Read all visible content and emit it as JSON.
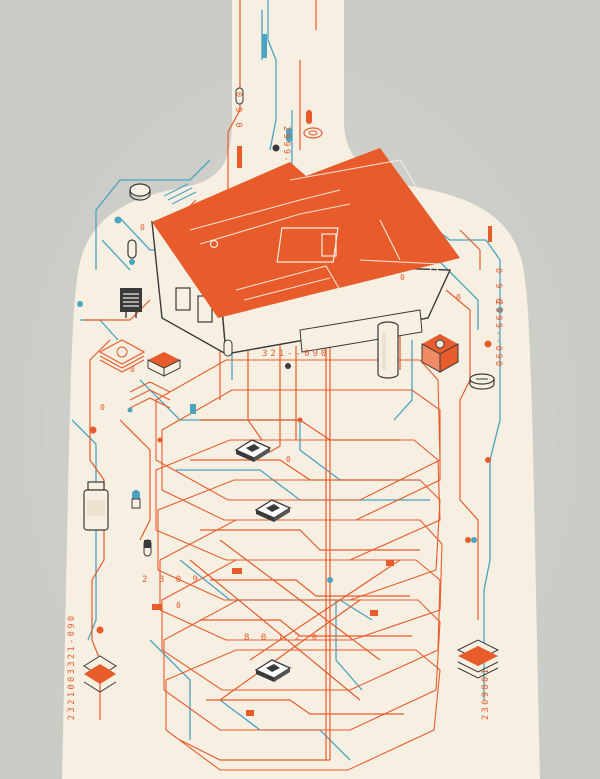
{
  "palette": {
    "background": "#c9cbc6",
    "body": "#f7efe2",
    "orange": "#e85c2c",
    "blue": "#4aa3bf",
    "dark": "#3a3a3a"
  },
  "labels": {
    "top_right_vertical": "2999-",
    "house_code": "321--090",
    "right_vertical_top": "0 9 0",
    "right_vertical_mid": "2999--090",
    "left_vertical_bottom": "2321003321-090",
    "right_vertical_bottom": "2309801",
    "code_2309": "2 3 0 9",
    "code_8012": "8 0 1 2",
    "top_center_code": "0 9 0",
    "zero": "0"
  },
  "icons": [
    "microchip-icon",
    "pill-bottle-icon",
    "capsule-icon",
    "battery-cylinder-icon",
    "tablet-pill-icon",
    "coin-stack-icon",
    "circuit-board-icon",
    "calendar-card-icon"
  ]
}
